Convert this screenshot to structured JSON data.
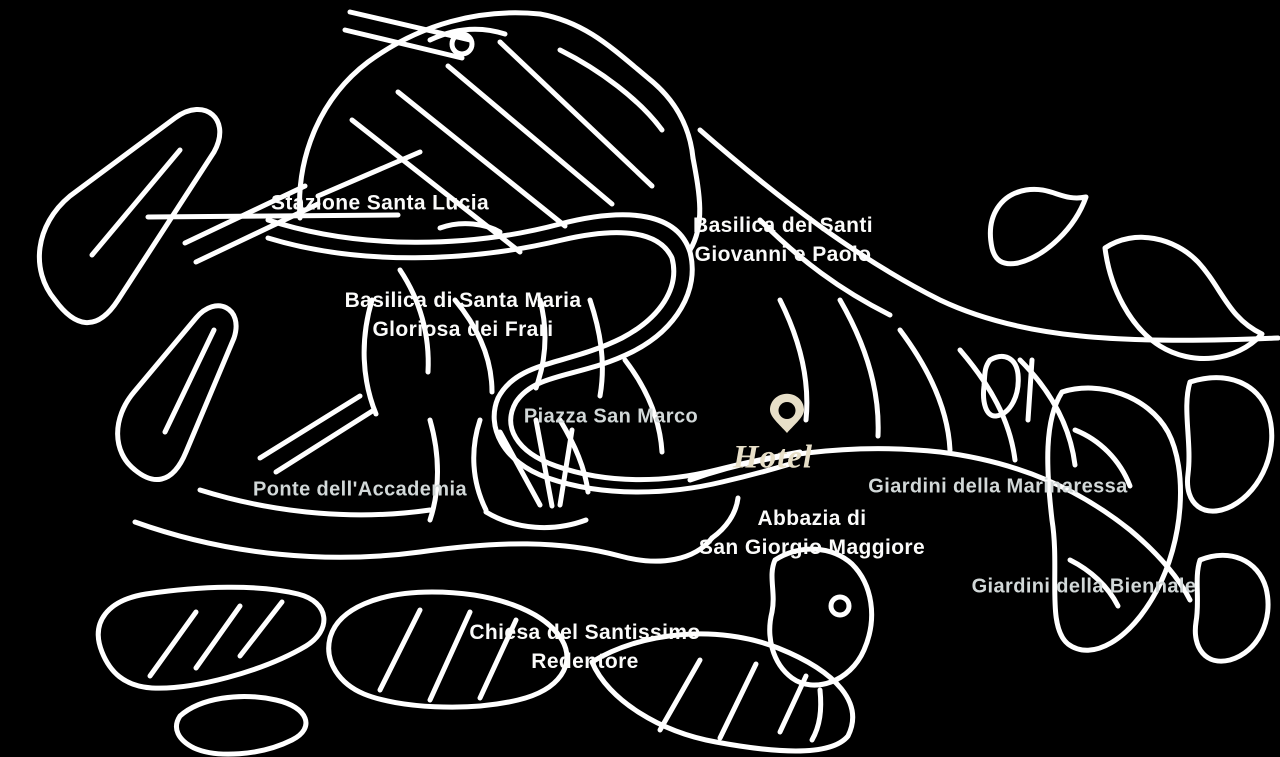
{
  "map": {
    "kind": "stylized-venice-line-map",
    "background_color": "#000000",
    "line_color": "#FFFFFF",
    "colors": {
      "accent_gold": "#E7DFC8",
      "label_white": "#FBFBFA",
      "label_gray": "#D2D8D8"
    },
    "marker": {
      "name": "hotel-location-pin",
      "color": "#E7DFC8"
    },
    "labels": {
      "stazione": {
        "text": "Stazione Santa Lucia"
      },
      "santi_giovanni_paolo": {
        "line1": "Basilica dei Santi",
        "line2": "Giovanni e Paolo"
      },
      "frari": {
        "line1": "Basilica di Santa Maria",
        "line2": "Gloriosa dei Frari"
      },
      "piazza_san_marco": {
        "text": "Piazza San Marco"
      },
      "ponte_accademia": {
        "text": "Ponte dell'Accademia"
      },
      "hotel": {
        "text": "Hotel"
      },
      "giardini_marinaressa": {
        "text": "Giardini della Marinaressa"
      },
      "abbazia": {
        "line1": "Abbazia di",
        "line2": "San Giorgio Maggiore"
      },
      "giardini_biennale": {
        "text": "Giardini della Biennale"
      },
      "redentore": {
        "line1": "Chiesa del Santissimo",
        "line2": "Redentore"
      }
    }
  }
}
